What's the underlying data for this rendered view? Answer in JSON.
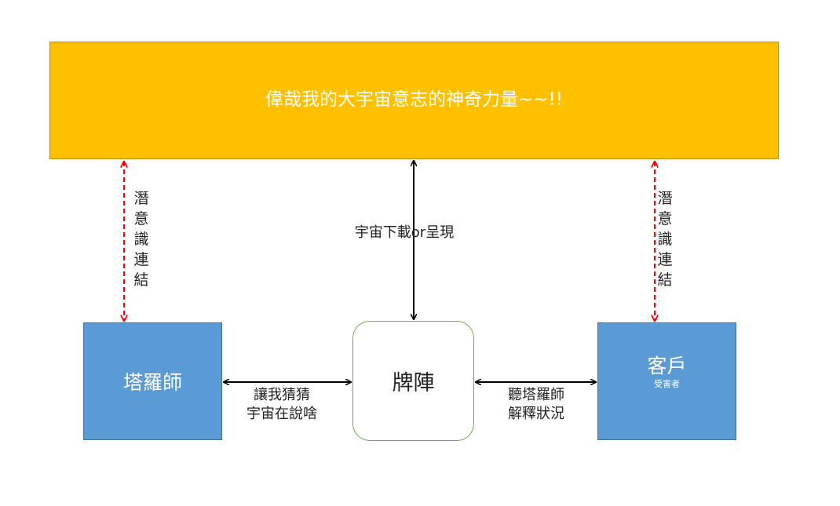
{
  "top_box": {
    "label": "偉哉我的大宇宙意志的神奇力量~~!!"
  },
  "tarot_reader": {
    "label": "塔羅師"
  },
  "cards": {
    "label": "牌陣"
  },
  "client": {
    "label": "客戶",
    "sub_label": "受害者"
  },
  "connections": {
    "left_vertical": "潛意識連結",
    "right_vertical": "潛意識連結",
    "center_vertical": "宇宙下載or呈現",
    "left_horizontal": {
      "line1": "讓我猜猜",
      "line2": "宇宙在說啥"
    },
    "right_horizontal": {
      "line1": "聽塔羅師",
      "line2": "解釋狀況"
    }
  },
  "colors": {
    "top_box_fill": "#ffc000",
    "blue_box_fill": "#5b9bd5",
    "cards_border": "#70ad47",
    "dashed_arrow": "#ff0000",
    "solid_arrow": "#000000"
  }
}
